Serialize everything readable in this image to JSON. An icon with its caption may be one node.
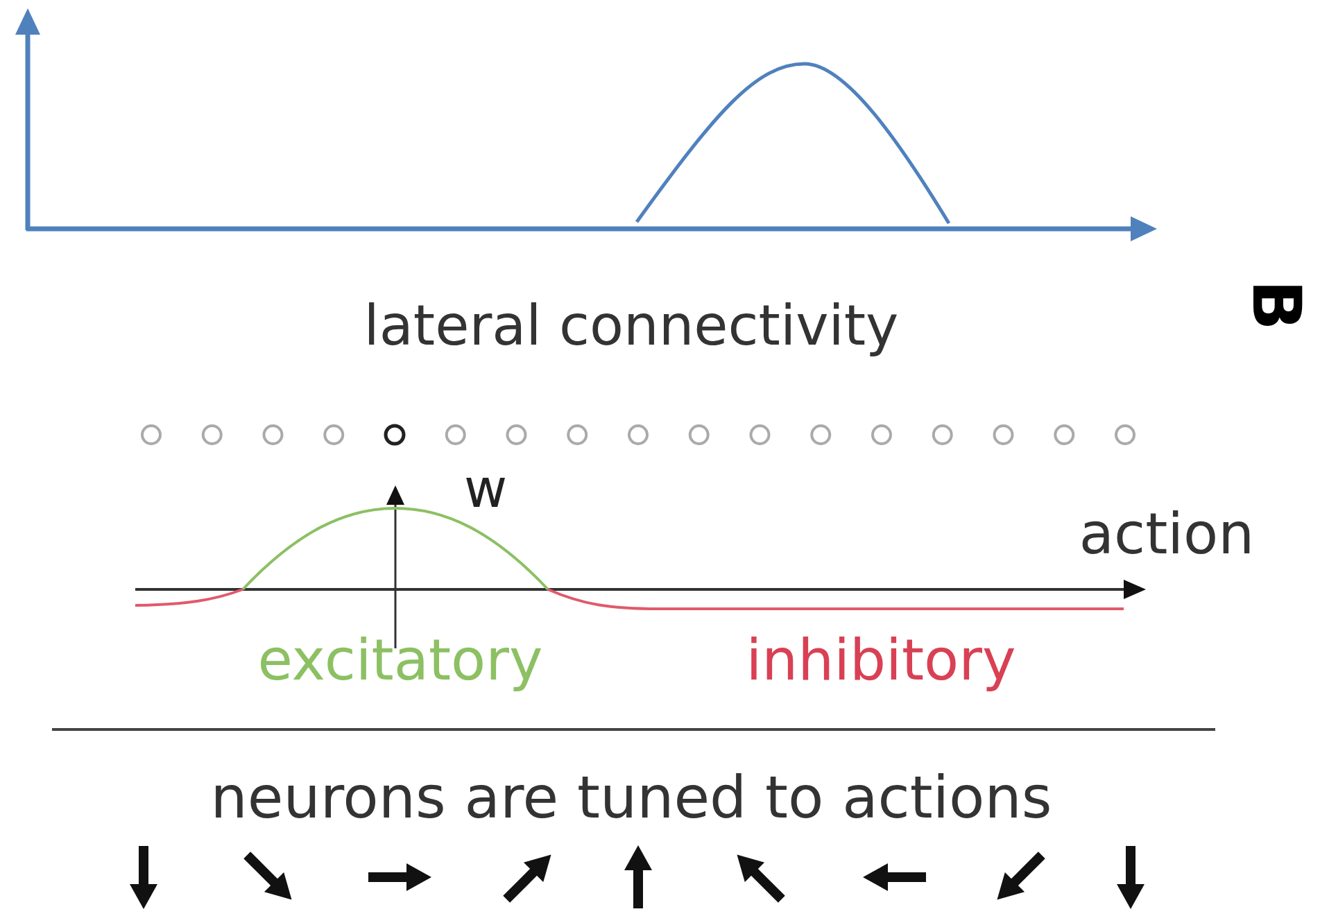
{
  "diagram": {
    "labels": [
      "lateral connectivity",
      "B",
      "w",
      "action",
      "excitatory",
      "inhibitory",
      "neurons are tuned to actions"
    ]
  }
}
